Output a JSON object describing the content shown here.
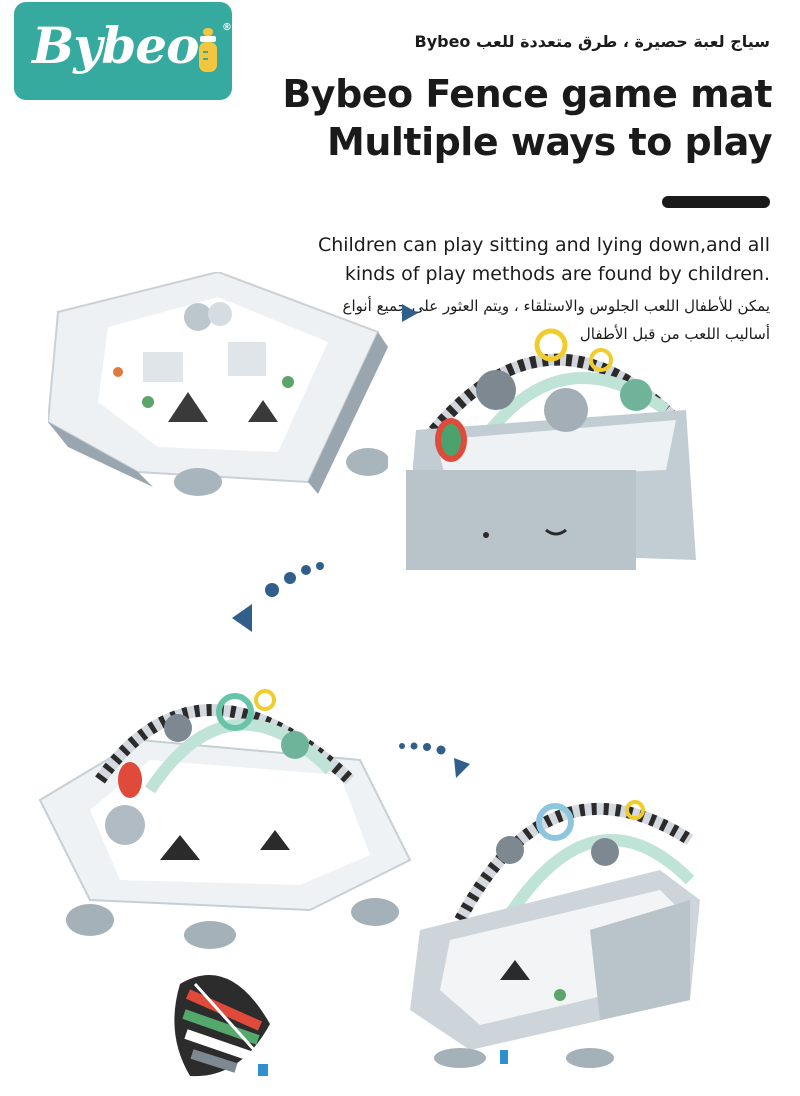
{
  "brand": {
    "name": "Bybeo",
    "registered_mark": "®",
    "logo_background": "#37aaa0"
  },
  "header": {
    "arabic_title": "سياج لعبة حصيرة ، طرق متعددة للعب Bybeo",
    "title_line_1": "Bybeo Fence game mat",
    "title_line_2": "Multiple ways to play"
  },
  "description": {
    "english_line_1": "Children can play sitting and lying down,and all",
    "english_line_2": "kinds of play methods are found by children.",
    "arabic_line_1": "يمكن للأطفال اللعب الجلوس والاستلقاء ، ويتم العثور على جميع أنواع",
    "arabic_line_2": "أساليب اللعب من قبل الأطفال"
  },
  "product_views": [
    {
      "mode": "flat-mat",
      "icon": "play-mat-flat-image"
    },
    {
      "mode": "fenced-pen",
      "icon": "play-pen-image"
    },
    {
      "mode": "activity-gym",
      "icon": "activity-gym-image"
    },
    {
      "mode": "fold-up-box",
      "icon": "fold-box-image"
    },
    {
      "mode": "leaf-toy",
      "icon": "leaf-toy-image"
    }
  ],
  "colors": {
    "accent_blue": "#2f5f8a",
    "mat_grey": "#b9c4cc",
    "arch_mint": "#bfe3d6",
    "title_black": "#1a1a1a"
  }
}
